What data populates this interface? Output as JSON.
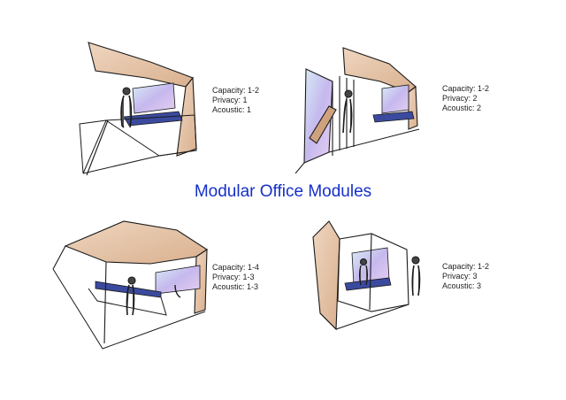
{
  "title": "Modular Office Modules",
  "modules": [
    {
      "capacity": "Capacity: 1-2",
      "privacy": "Privacy: 1",
      "acoustic": "Acoustic: 1"
    },
    {
      "capacity": "Capacity: 1-2",
      "privacy": "Privacy: 2",
      "acoustic": "Acoustic: 2"
    },
    {
      "capacity": "Capacity: 1-4",
      "privacy": "Privacy: 1-3",
      "acoustic": "Acoustic: 1-3"
    },
    {
      "capacity": "Capacity: 1-2",
      "privacy": "Privacy: 3",
      "acoustic": "Acoustic: 3"
    }
  ],
  "colors": {
    "title": "#1530c8",
    "wood": "#e3c4a8",
    "screen": "#c9c2ec",
    "ink": "#1a1a1a"
  }
}
